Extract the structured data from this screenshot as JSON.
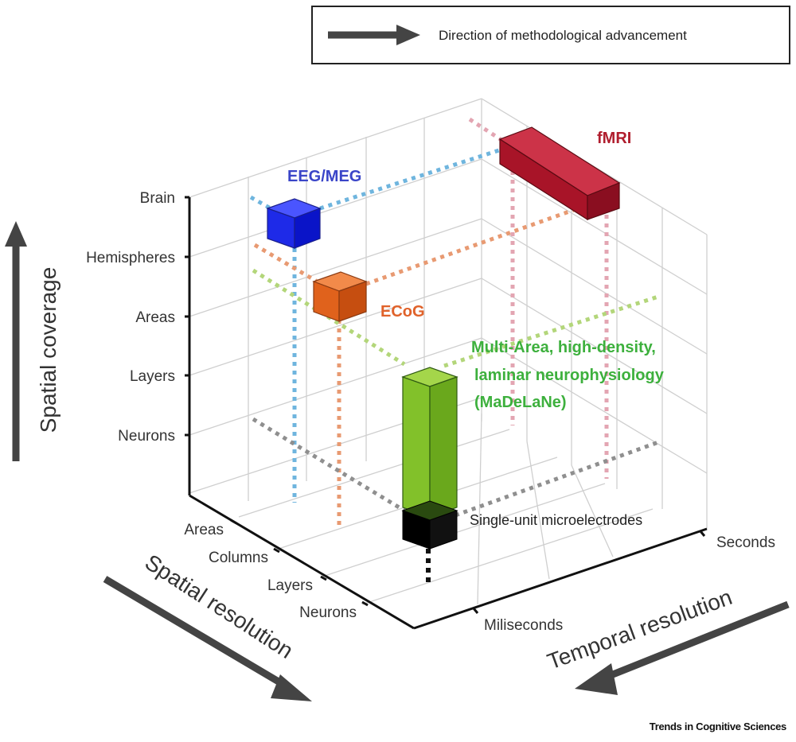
{
  "legend": {
    "text": "Direction of methodological advancement"
  },
  "axes": {
    "spatial_coverage": {
      "title": "Spatial coverage",
      "ticks": [
        "Brain",
        "Hemispheres",
        "Areas",
        "Layers",
        "Neurons"
      ]
    },
    "spatial_resolution": {
      "title": "Spatial resolution",
      "ticks": [
        "Areas",
        "Columns",
        "Layers",
        "Neurons"
      ]
    },
    "temporal_resolution": {
      "title": "Temporal resolution",
      "ticks": [
        "Miliseconds",
        "Seconds"
      ]
    }
  },
  "methods": {
    "eeg_meg": {
      "label": "EEG/MEG",
      "color": "#3a45c8"
    },
    "ecog": {
      "label": "ECoG",
      "color": "#e0622a"
    },
    "fmri": {
      "label": "fMRI",
      "color": "#b01e2e"
    },
    "madelane": {
      "label_line1": "Multi-Area, high-density,",
      "label_line2": "laminar neurophysiology",
      "label_line3": "(MaDeLaNe)",
      "color": "#3db03d"
    },
    "single_unit": {
      "label": "Single-unit microelectrodes",
      "color": "#000000"
    }
  },
  "credit": "Trends in Cognitive Sciences"
}
